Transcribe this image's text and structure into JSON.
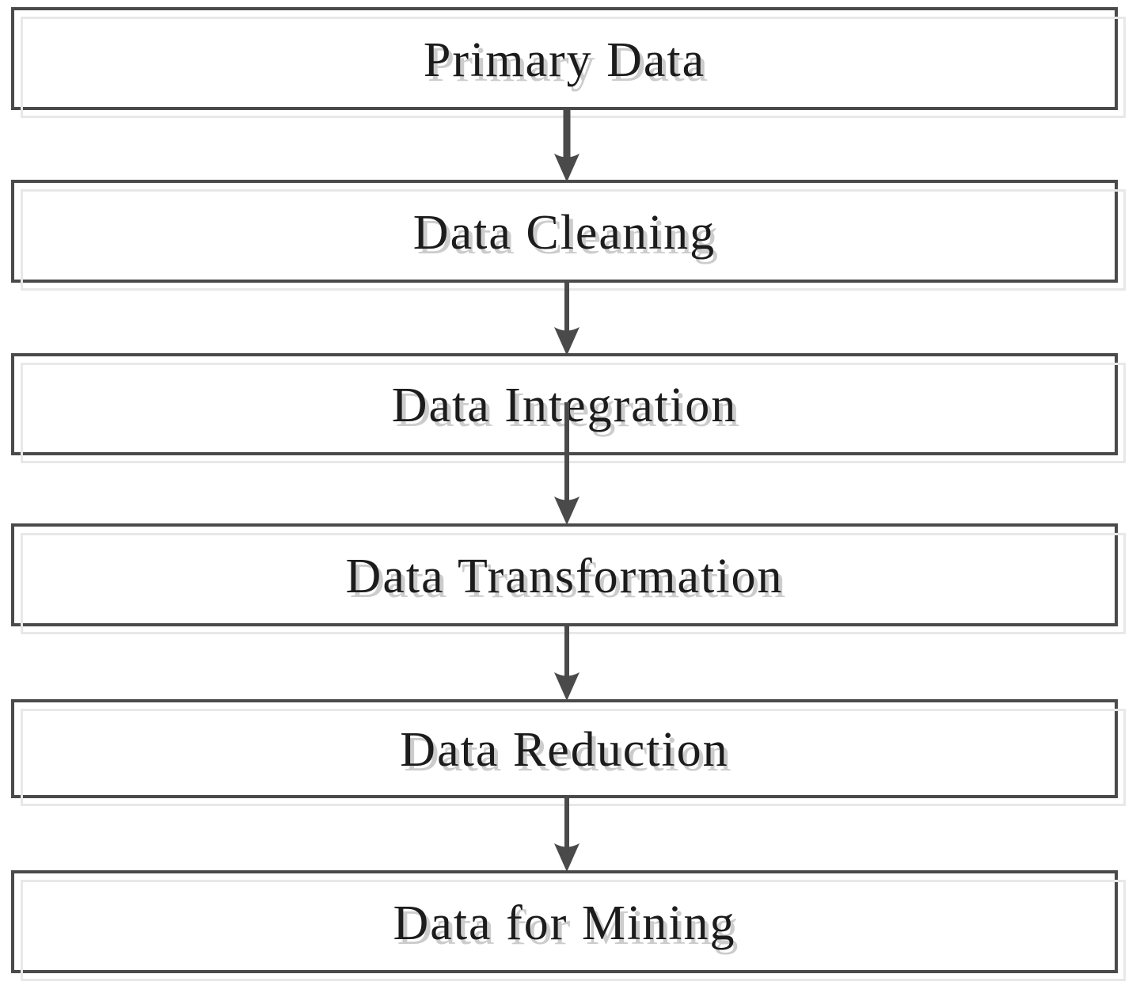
{
  "diagram": {
    "type": "flowchart",
    "orientation": "vertical",
    "steps": [
      {
        "id": 1,
        "label": "Primary Data"
      },
      {
        "id": 2,
        "label": "Data Cleaning"
      },
      {
        "id": 3,
        "label": "Data Integration"
      },
      {
        "id": 4,
        "label": "Data Transformation"
      },
      {
        "id": 5,
        "label": "Data Reduction"
      },
      {
        "id": 6,
        "label": "Data for Mining"
      }
    ],
    "connectors": [
      {
        "from": 1,
        "to": 2,
        "type": "arrow-down"
      },
      {
        "from": 2,
        "to": 3,
        "type": "arrow-down"
      },
      {
        "from": 3,
        "to": 4,
        "type": "arrow-down"
      },
      {
        "from": 4,
        "to": 5,
        "type": "arrow-down"
      },
      {
        "from": 5,
        "to": 6,
        "type": "arrow-down"
      }
    ]
  },
  "colors": {
    "background": "#ffffff",
    "box-fill": "#ffffff",
    "box-border": "#4a4a4a",
    "box-shadow-color": "#e8e8e8",
    "text": "#1c1c1c",
    "text-shadow-color": "#cccccc",
    "arrow": "#4a4a4a"
  }
}
